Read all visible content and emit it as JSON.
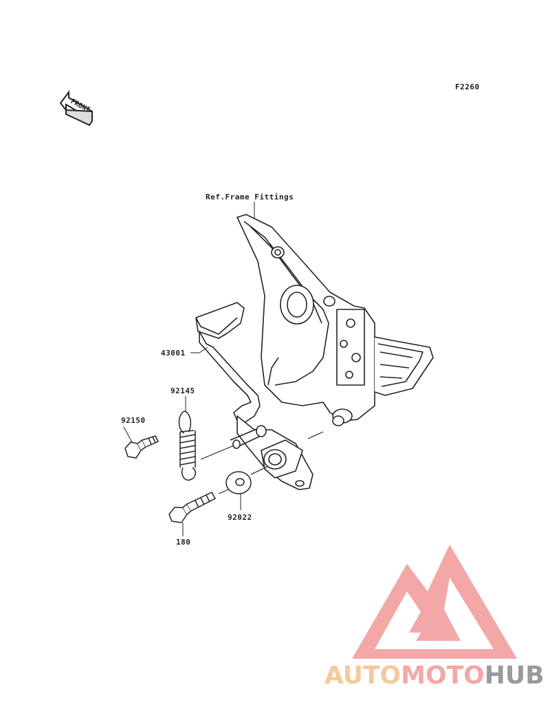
{
  "diagram": {
    "code": "F2260",
    "front_label": "FRONT",
    "ref_label": "Ref.Frame Fittings",
    "parts": [
      {
        "id": "43001"
      },
      {
        "id": "92145"
      },
      {
        "id": "92150"
      },
      {
        "id": "92022"
      },
      {
        "id": "180"
      }
    ]
  },
  "watermark": {
    "part1": "AUTO",
    "part2": "MOTO",
    "part3": "HUB",
    "colors": {
      "auto": "#f4c99a",
      "moto": "#f2a8a8",
      "hub": "#9a9a9a",
      "logo": "#f08a8a"
    }
  }
}
